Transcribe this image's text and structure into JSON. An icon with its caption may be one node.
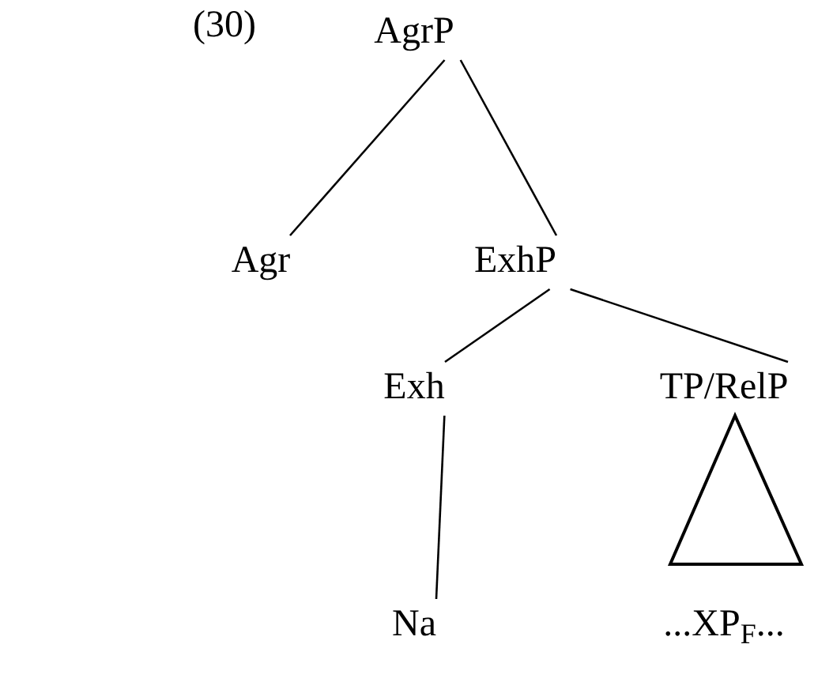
{
  "diagram": {
    "nodes": [
      {
        "text": [
          "AgrP"
        ]
      },
      {
        "text": [
          "Agr"
        ]
      },
      {
        "text": [
          "ExhP"
        ]
      },
      {
        "text": [
          "Exh"
        ]
      },
      {
        "text": [
          "TP/RelP"
        ]
      },
      {
        "text": [
          "Na"
        ]
      },
      {
        "text": [
          "...XP$_{F}$..."
        ]
      }
    ],
    "edges": [
      {
        "from": 0,
        "to": 1,
        "arrow": "none"
      },
      {
        "from": 0,
        "to": 2,
        "arrow": "none"
      },
      {
        "from": 2,
        "to": 3,
        "arrow": "none"
      },
      {
        "from": 2,
        "to": 4,
        "arrow": "none"
      },
      {
        "from": 3,
        "to": 5,
        "arrow": "none"
      }
    ],
    "labels": [
      "(30)"
    ]
  }
}
